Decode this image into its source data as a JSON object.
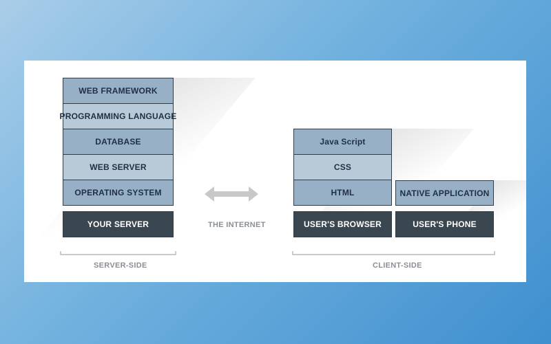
{
  "server_stack": {
    "layers": [
      "WEB FRAMEWORK",
      "PROGRAMMING LANGUAGE",
      "DATABASE",
      "WEB SERVER",
      "OPERATING SYSTEM"
    ],
    "base": "YOUR SERVER",
    "label": "SERVER-SIDE"
  },
  "internet": {
    "label": "THE INTERNET"
  },
  "browser_stack": {
    "layers": [
      "Java Script",
      "CSS",
      "HTML"
    ],
    "base": "USER'S BROWSER"
  },
  "phone_stack": {
    "layers": [
      "NATIVE APPLICATION"
    ],
    "base": "USER'S PHONE"
  },
  "client_label": "CLIENT-SIDE",
  "colors": {
    "background_top": "#a9cde9",
    "background_bottom": "#3f8fcf",
    "layer_light": "#b8cad8",
    "layer_mid": "#98b0c6",
    "base_dark": "#3a4650",
    "border": "#2f3c48",
    "text_dark": "#1f2f44",
    "caption_gray": "#8a8f95",
    "arrow_gray": "#c8c8c8"
  }
}
